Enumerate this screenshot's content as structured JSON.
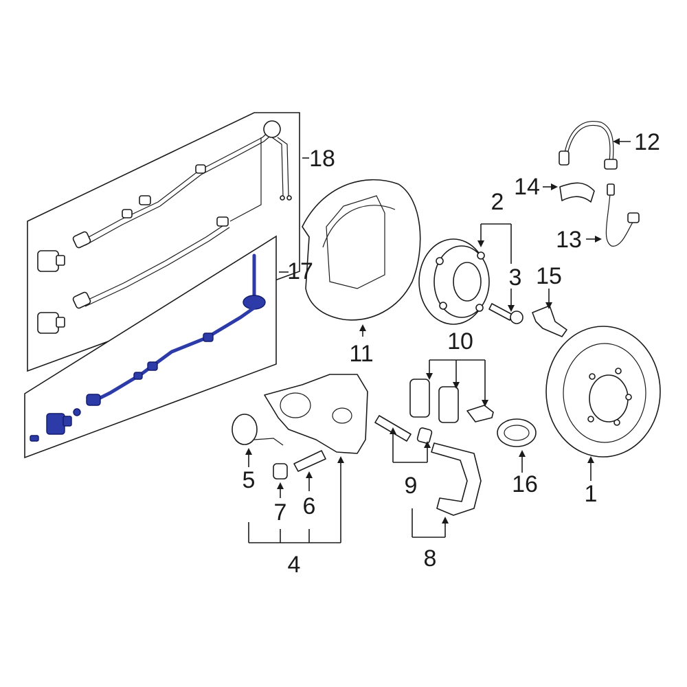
{
  "highlight_color": "#2d3ba8",
  "line_color": "#1a1a1a",
  "callouts": {
    "c1": "1",
    "c2": "2",
    "c3": "3",
    "c4": "4",
    "c5": "5",
    "c6": "6",
    "c7": "7",
    "c8": "8",
    "c9": "9",
    "c10": "10",
    "c11": "11",
    "c12": "12",
    "c13": "13",
    "c14": "14",
    "c15": "15",
    "c16": "16",
    "c17": "17",
    "c18": "18"
  },
  "parts": {
    "p1": "brake-rotor",
    "p2": "hub-and-bearing",
    "p3": "hub-bolt",
    "p4": "caliper",
    "p5": "caliper-spring",
    "p6": "bleeder-screw",
    "p7": "bleeder-cap",
    "p8": "caliper-bracket",
    "p9": "guide-pins",
    "p10": "brake-pads",
    "p11": "splash-shield",
    "p12": "front-brake-hose",
    "p13": "rear-brake-hose",
    "p14": "hose-clip",
    "p15": "mount-bracket",
    "p16": "grommet",
    "p17": "abs-sensor-highlighted",
    "p18": "wear-sensor-harness"
  }
}
